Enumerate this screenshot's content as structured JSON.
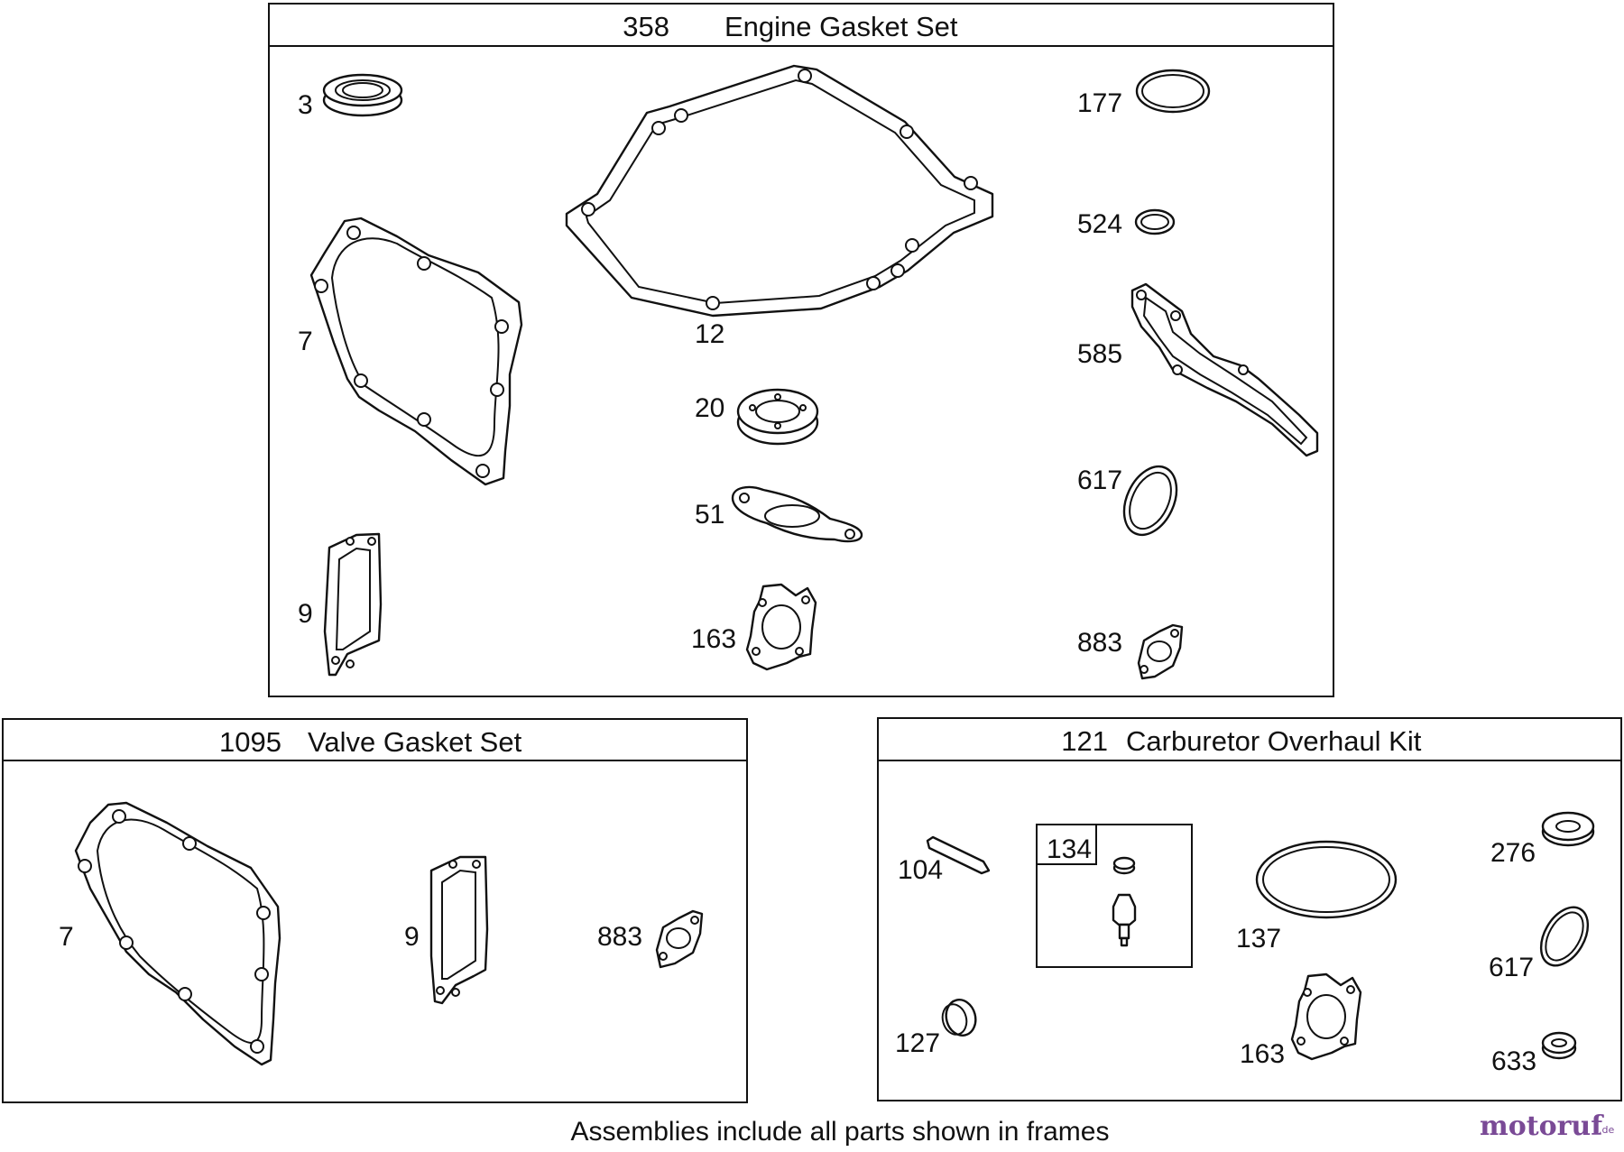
{
  "frames": {
    "engine": {
      "number": "358",
      "name": "Engine Gasket Set"
    },
    "valve": {
      "number": "1095",
      "name": "Valve Gasket Set"
    },
    "carb": {
      "number": "121",
      "name": "Carburetor Overhaul Kit"
    }
  },
  "engine_parts": {
    "p3": "3",
    "p7": "7",
    "p9": "9",
    "p12": "12",
    "p20": "20",
    "p51": "51",
    "p163": "163",
    "p177": "177",
    "p524": "524",
    "p585": "585",
    "p617": "617",
    "p883": "883"
  },
  "valve_parts": {
    "p7": "7",
    "p9": "9",
    "p883": "883"
  },
  "carb_parts": {
    "p104": "104",
    "p127": "127",
    "p134": "134",
    "p137": "137",
    "p163": "163",
    "p276": "276",
    "p617": "617",
    "p633": "633"
  },
  "footer": "Assemblies include all parts shown in frames",
  "watermark": {
    "main": "motoruf",
    "tld": ".de"
  }
}
